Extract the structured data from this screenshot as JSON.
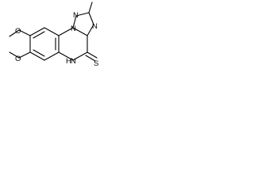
{
  "molecule": {
    "atoms": {
      "o_top": "O",
      "o_bottom": "O",
      "n_triazole_1": "N",
      "n_triazole_2": "N",
      "n_bridge": "N",
      "n_ring": "N",
      "nh": "H",
      "s": "S"
    }
  }
}
